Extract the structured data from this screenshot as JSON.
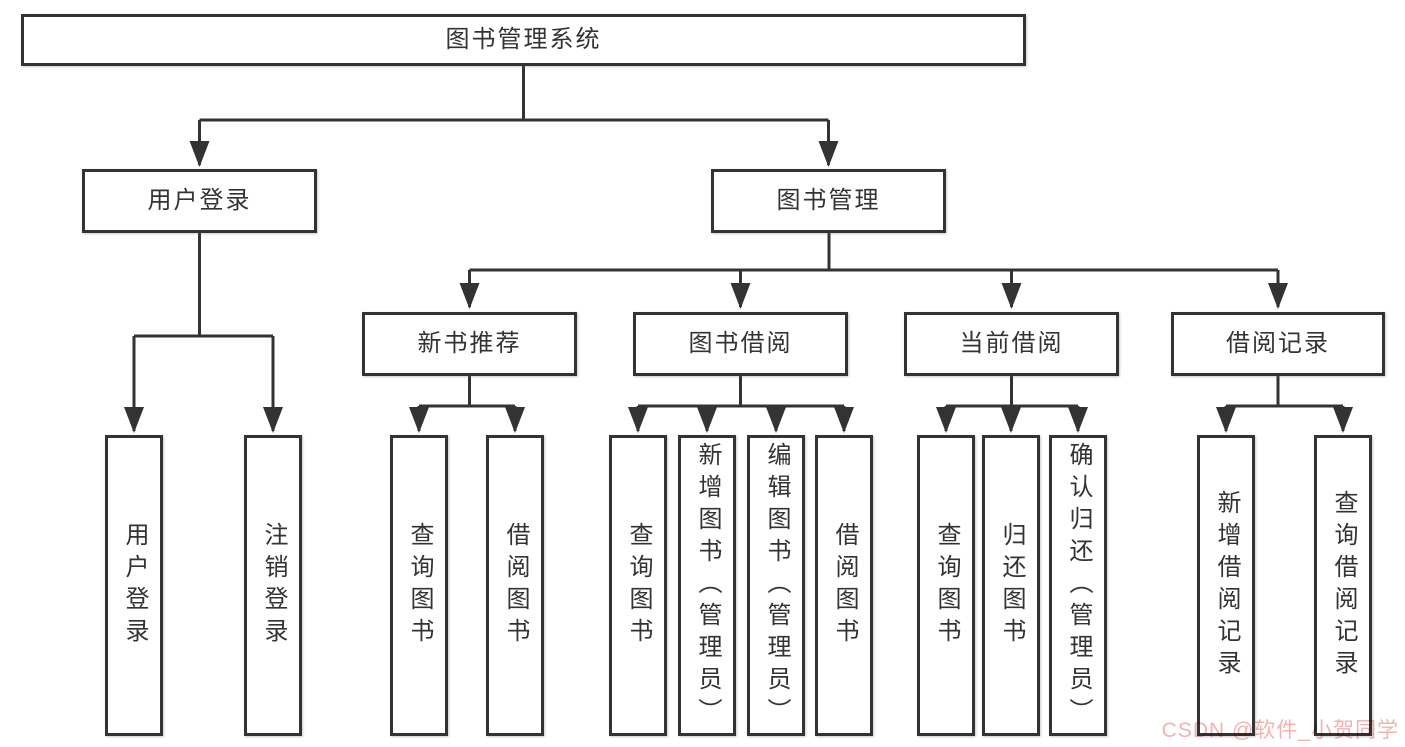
{
  "diagram": {
    "type": "hierarchy-chart",
    "tree": {
      "root": {
        "label": "图书管理系统"
      },
      "login": {
        "label": "用户登录",
        "children": [
          {
            "label": "用户登录"
          },
          {
            "label": "注销登录"
          }
        ]
      },
      "management": {
        "label": "图书管理",
        "groups": [
          {
            "label": "新书推荐",
            "children": [
              {
                "label": "查询图书"
              },
              {
                "label": "借阅图书"
              }
            ]
          },
          {
            "label": "图书借阅",
            "children": [
              {
                "label": "查询图书"
              },
              {
                "label": "新增图书（管理员）"
              },
              {
                "label": "编辑图书（管理员）"
              },
              {
                "label": "借阅图书"
              }
            ]
          },
          {
            "label": "当前借阅",
            "children": [
              {
                "label": "查询图书"
              },
              {
                "label": "归还图书"
              },
              {
                "label": "确认归还（管理员）"
              }
            ]
          },
          {
            "label": "借阅记录",
            "children": [
              {
                "label": "新增借阅记录"
              },
              {
                "label": "查询借阅记录"
              }
            ]
          }
        ]
      }
    },
    "colors": {
      "line": "#333333",
      "box_border": "#333333",
      "text": "#333333",
      "background": "#ffffff",
      "watermark": "#f2b2b2"
    }
  },
  "watermark": {
    "text": "CSDN @软件_小贺同学"
  }
}
